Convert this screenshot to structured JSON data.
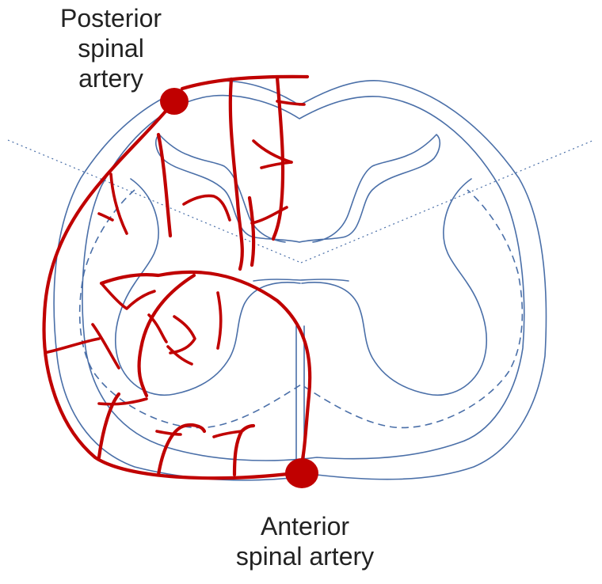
{
  "labels": {
    "posterior": [
      "Posterior",
      "spinal",
      "artery"
    ],
    "anterior": [
      "Anterior",
      "spinal artery"
    ]
  },
  "colors": {
    "artery": "#c00000",
    "outline": "#4a6fa8"
  }
}
